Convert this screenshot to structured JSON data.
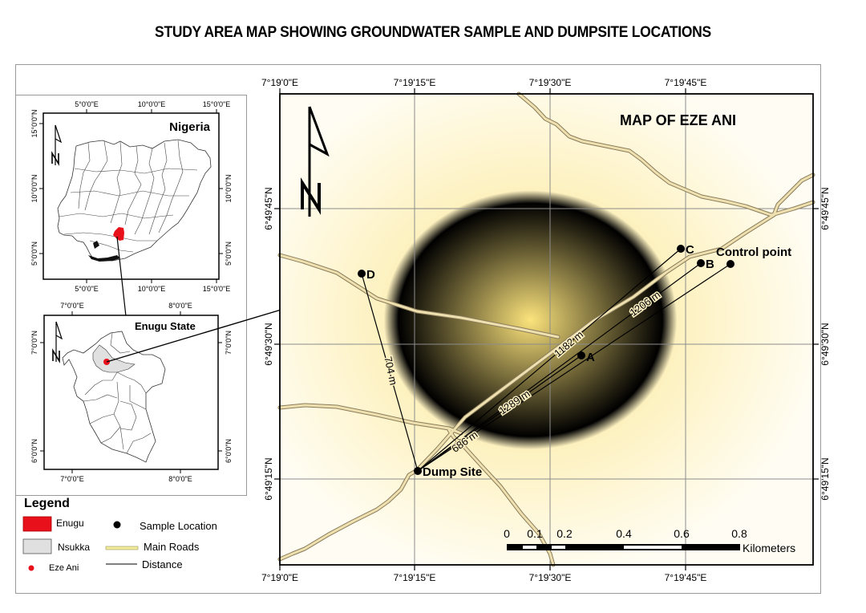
{
  "title": "STUDY AREA MAP SHOWING GROUNDWATER SAMPLE AND DUMPSITE LOCATIONS",
  "colors": {
    "enugu_red": "#e8101a",
    "nsukka_gray": "#e0e0e0",
    "road_fill": "#efe0b0",
    "road_edge": "#8a7c5a",
    "map_bg_light": "#fffdf0",
    "map_bg_center": "#fbe58a",
    "grid": "#8c8c8c"
  },
  "inset_nigeria": {
    "label": "Nigeria",
    "top_ticks": [
      "5°0'0\"E",
      "10°0'0\"E",
      "15°0'0\"E"
    ],
    "bottom_ticks": [
      "5°0'0\"E",
      "10°0'0\"E",
      "15°0'0\"E"
    ],
    "left_ticks": [
      "15°0'0\"N",
      "10°0'0\"N",
      "5°0'0\"N"
    ],
    "right_ticks": [
      "10°0'0\"N",
      "5°0'0\"N"
    ]
  },
  "inset_enugu": {
    "label": "Enugu State",
    "top_ticks": [
      "7°0'0\"E",
      "8°0'0\"E"
    ],
    "bottom_ticks": [
      "7°0'0\"E",
      "8°0'0\"E"
    ],
    "left_ticks": [
      "7°0'0\"N",
      "6°0'0\"N"
    ],
    "right_ticks": [
      "7°0'0\"N",
      "6°0'0\"N"
    ]
  },
  "main_map": {
    "label": "MAP OF EZE ANI",
    "top_ticks": [
      "7°19'0\"E",
      "7°19'15\"E",
      "7°19'30\"E",
      "7°19'45\"E"
    ],
    "bottom_ticks": [
      "7°19'0\"E",
      "7°19'15\"E",
      "7°19'30\"E",
      "7°19'45\"E"
    ],
    "left_ticks": [
      "6°49'45\"N",
      "6°49'30\"N",
      "6°49'15\"N"
    ],
    "right_ticks": [
      "6°49'45\"N",
      "6°49'30\"N",
      "6°49'15\"N"
    ],
    "points": [
      {
        "id": "A",
        "label": "A"
      },
      {
        "id": "B",
        "label": "B"
      },
      {
        "id": "C",
        "label": "C"
      },
      {
        "id": "D",
        "label": "D"
      },
      {
        "id": "control",
        "label": "Control point"
      },
      {
        "id": "dump",
        "label": "Dump Site"
      }
    ],
    "distances": [
      {
        "to": "D",
        "label": "704 m"
      },
      {
        "to": "A",
        "label": "686 m"
      },
      {
        "to": "C",
        "label": "1182 m"
      },
      {
        "to": "B",
        "label": "1206 m"
      },
      {
        "to": "control",
        "label": "1289 m"
      }
    ],
    "scale_bar": {
      "ticks": [
        "0",
        "0.1",
        "0.2",
        "0.4",
        "0.6",
        "0.8"
      ],
      "unit": "Kilometers"
    }
  },
  "legend": {
    "title": "Legend",
    "items": [
      {
        "label": "Enugu",
        "symbol": "red-fill"
      },
      {
        "label": "Nsukka",
        "symbol": "gray-fill"
      },
      {
        "label": "Eze Ani",
        "symbol": "red-dot"
      },
      {
        "label": "Sample Location",
        "symbol": "black-dot"
      },
      {
        "label": "Main Roads",
        "symbol": "road-line"
      },
      {
        "label": "Distance",
        "symbol": "black-line"
      }
    ]
  }
}
